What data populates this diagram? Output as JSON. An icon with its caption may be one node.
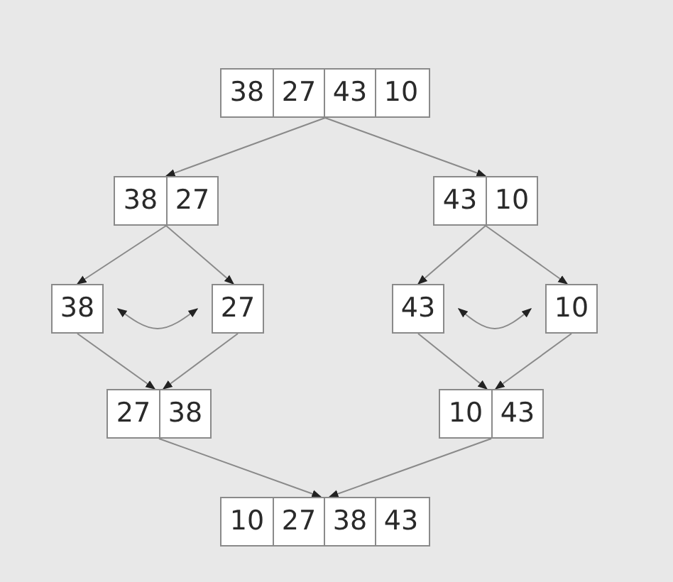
{
  "diagram": {
    "nodes": [
      {
        "text": [
          "38",
          "27",
          "43",
          "10"
        ]
      },
      {
        "text": [
          "38",
          "27"
        ]
      },
      {
        "text": [
          "43",
          "10"
        ]
      },
      {
        "text": [
          "38"
        ]
      },
      {
        "text": [
          "27"
        ]
      },
      {
        "text": [
          "43"
        ]
      },
      {
        "text": [
          "10"
        ]
      },
      {
        "text": [
          "27",
          "38"
        ]
      },
      {
        "text": [
          "10",
          "43"
        ]
      },
      {
        "text": [
          "10",
          "27",
          "38",
          "43"
        ]
      }
    ],
    "edges": [
      {
        "from": 0,
        "to": 1,
        "arrow": "to"
      },
      {
        "from": 0,
        "to": 2,
        "arrow": "to"
      },
      {
        "from": 1,
        "to": 3,
        "arrow": "to"
      },
      {
        "from": 1,
        "to": 4,
        "arrow": "to"
      },
      {
        "from": 2,
        "to": 5,
        "arrow": "to"
      },
      {
        "from": 2,
        "to": 6,
        "arrow": "to"
      },
      {
        "from": 3,
        "to": 4,
        "arrow": "both"
      },
      {
        "from": 5,
        "to": 6,
        "arrow": "both"
      },
      {
        "from": 3,
        "to": 7,
        "arrow": "to"
      },
      {
        "from": 4,
        "to": 7,
        "arrow": "to"
      },
      {
        "from": 5,
        "to": 8,
        "arrow": "to"
      },
      {
        "from": 6,
        "to": 8,
        "arrow": "to"
      },
      {
        "from": 7,
        "to": 9,
        "arrow": "to"
      },
      {
        "from": 8,
        "to": 9,
        "arrow": "to"
      }
    ]
  }
}
